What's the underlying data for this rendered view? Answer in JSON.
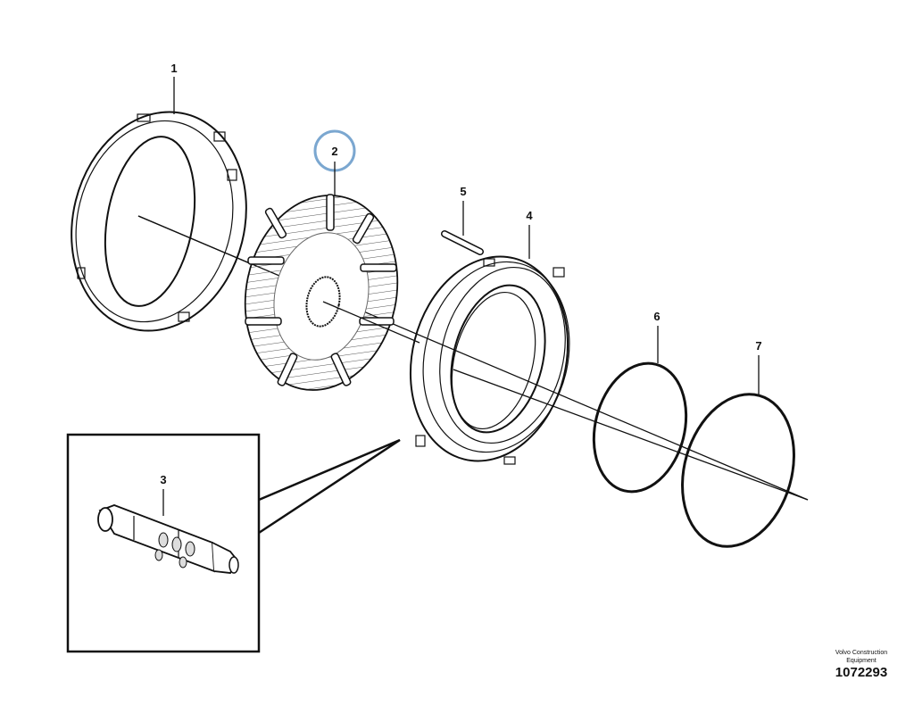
{
  "callouts": {
    "c1": "1",
    "c2": "2",
    "c3": "3",
    "c4": "4",
    "c5": "5",
    "c6": "6",
    "c7": "7"
  },
  "selected_callout": "2",
  "highlight_color": "#7ba7d0",
  "footer": {
    "company_line1": "Volvo Construction",
    "company_line2": "Equipment",
    "drawing_number": "1072293"
  }
}
